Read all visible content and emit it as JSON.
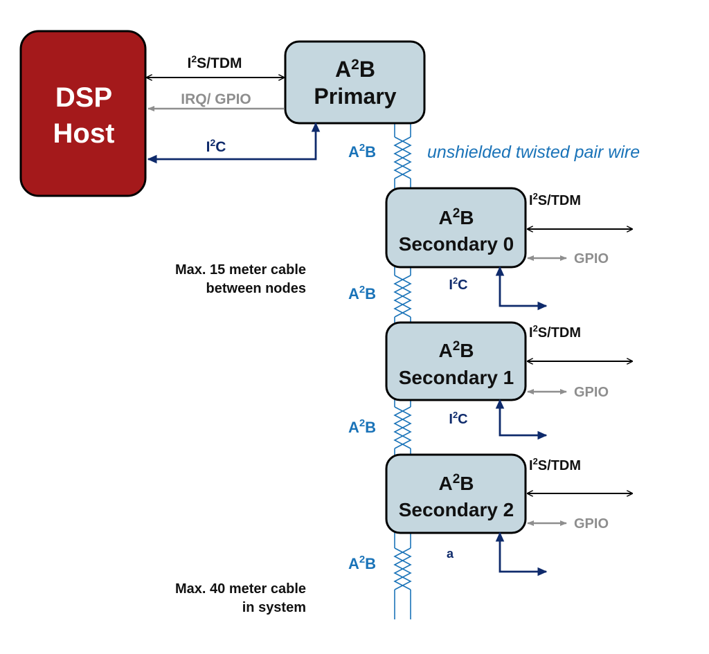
{
  "colors": {
    "host_fill": "#a4191b",
    "node_fill": "#c5d7df",
    "bus_blue": "#1a73b8",
    "navy": "#0e2a6b",
    "gray": "#8e8e8e",
    "black": "#000000"
  },
  "host": {
    "line1": "DSP",
    "line2": "Host"
  },
  "primary": {
    "line1_base": "A",
    "line1_sup": "2",
    "line1_rest": "B",
    "line2": "Primary"
  },
  "host_links": {
    "i2s_base": "I",
    "i2s_sup": "2",
    "i2s_rest": "S/TDM",
    "irq": "IRQ/ GPIO",
    "i2c_base": "I",
    "i2c_sup": "2",
    "i2c_rest": "C"
  },
  "bus": {
    "label_base": "A",
    "label_sup": "2",
    "label_rest": "B",
    "wire_label": "unshielded twisted pair wire"
  },
  "secondaries": [
    {
      "line1_base": "A",
      "line1_sup": "2",
      "line1_rest": "B",
      "line2": "Secondary 0",
      "i2s_base": "I",
      "i2s_sup": "2",
      "i2s_rest": "S/TDM",
      "gpio": "GPIO",
      "i2c_base": "I",
      "i2c_sup": "2",
      "i2c_rest": "C"
    },
    {
      "line1_base": "A",
      "line1_sup": "2",
      "line1_rest": "B",
      "line2": "Secondary 1",
      "i2s_base": "I",
      "i2s_sup": "2",
      "i2s_rest": "S/TDM",
      "gpio": "GPIO",
      "i2c_base": "I",
      "i2c_sup": "2",
      "i2c_rest": "C"
    },
    {
      "line1_base": "A",
      "line1_sup": "2",
      "line1_rest": "B",
      "line2": "Secondary 2",
      "i2s_base": "I",
      "i2s_sup": "2",
      "i2s_rest": "S/TDM",
      "gpio": "GPIO",
      "i2c_base": "a",
      "i2c_sup": "",
      "i2c_rest": ""
    }
  ],
  "notes": {
    "cable_between_nodes": {
      "line1": "Max. 15 meter cable",
      "line2": "between nodes"
    },
    "cable_in_system": {
      "line1": "Max. 40 meter cable",
      "line2": "in system"
    }
  }
}
